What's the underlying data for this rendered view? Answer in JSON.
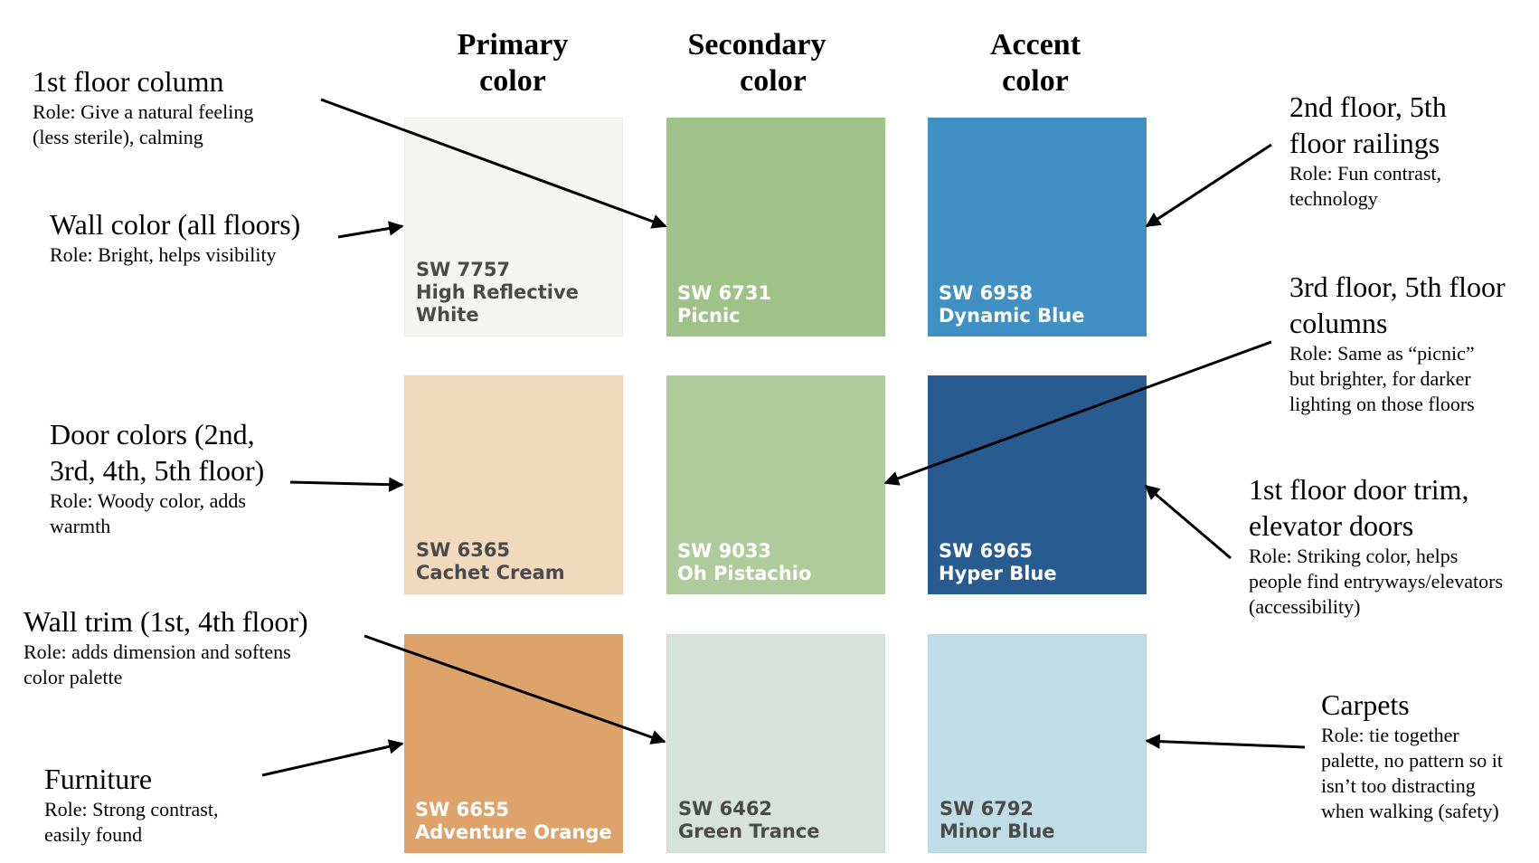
{
  "columns": [
    {
      "line1": "Primary",
      "line2": "color"
    },
    {
      "line1": "Secondary",
      "line2": "color"
    },
    {
      "line1": "Accent",
      "line2": "color"
    }
  ],
  "swatches": [
    {
      "code": "SW 7757",
      "name1": "High Reflective",
      "name2": "White",
      "color": "#f4f5f0",
      "text_color": "#4a4a4a"
    },
    {
      "code": "SW 6731",
      "name1": "Picnic",
      "name2": "",
      "color": "#9ec288",
      "text_color": "#ffffff"
    },
    {
      "code": "SW 6958",
      "name1": "Dynamic Blue",
      "name2": "",
      "color": "#4190c4",
      "text_color": "#ffffff"
    },
    {
      "code": "SW 6365",
      "name1": "Cachet Cream",
      "name2": "",
      "color": "#f0d9bd",
      "text_color": "#4a4a4a"
    },
    {
      "code": "SW 9033",
      "name1": "Oh Pistachio",
      "name2": "",
      "color": "#afcb9c",
      "text_color": "#ffffff"
    },
    {
      "code": "SW 6965",
      "name1": "Hyper Blue",
      "name2": "",
      "color": "#285c91",
      "text_color": "#ffffff"
    },
    {
      "code": "SW 6655",
      "name1": "Adventure Orange",
      "name2": "",
      "color": "#dda36a",
      "text_color": "#ffffff"
    },
    {
      "code": "SW 6462",
      "name1": "Green Trance",
      "name2": "",
      "color": "#d8e2dc",
      "text_color": "#4a4a4a"
    },
    {
      "code": "SW 6792",
      "name1": "Minor Blue",
      "name2": "",
      "color": "#c0dde7",
      "text_color": "#4a4a4a"
    }
  ],
  "notes": {
    "first_floor_column": {
      "title": [
        "1st floor column"
      ],
      "role": [
        "Role: Give a natural feeling",
        "(less sterile), calming"
      ]
    },
    "wall_color": {
      "title": [
        "Wall color (all floors)"
      ],
      "role": [
        "Role: Bright, helps visibility"
      ]
    },
    "door_colors": {
      "title": [
        "Door colors (2nd,",
        "3rd, 4th, 5th floor)"
      ],
      "role": [
        "Role: Woody color, adds",
        "warmth"
      ]
    },
    "wall_trim": {
      "title": [
        "Wall trim (1st, 4th floor)"
      ],
      "role": [
        "Role: adds dimension and softens",
        "color palette"
      ]
    },
    "furniture": {
      "title": [
        "Furniture"
      ],
      "role": [
        "Role: Strong contrast,",
        "easily found"
      ]
    },
    "railings": {
      "title": [
        "2nd floor, 5th",
        "floor railings"
      ],
      "role": [
        "Role: Fun contrast,",
        "technology"
      ]
    },
    "columns_3rd_5th": {
      "title": [
        "3rd floor, 5th floor",
        "columns"
      ],
      "role": [
        "Role: Same as “picnic”",
        "but brighter, for darker",
        "lighting on those floors"
      ]
    },
    "door_trim": {
      "title": [
        "1st floor door trim,",
        "elevator doors"
      ],
      "role": [
        "Role: Striking color, helps",
        "people find entryways/elevators",
        "(accessibility)"
      ]
    },
    "carpets": {
      "title": [
        "Carpets"
      ],
      "role": [
        "Role: tie together",
        "palette, no pattern so it",
        "isn’t too distracting",
        "when walking (safety)"
      ]
    }
  },
  "arrow_color": "#000000"
}
